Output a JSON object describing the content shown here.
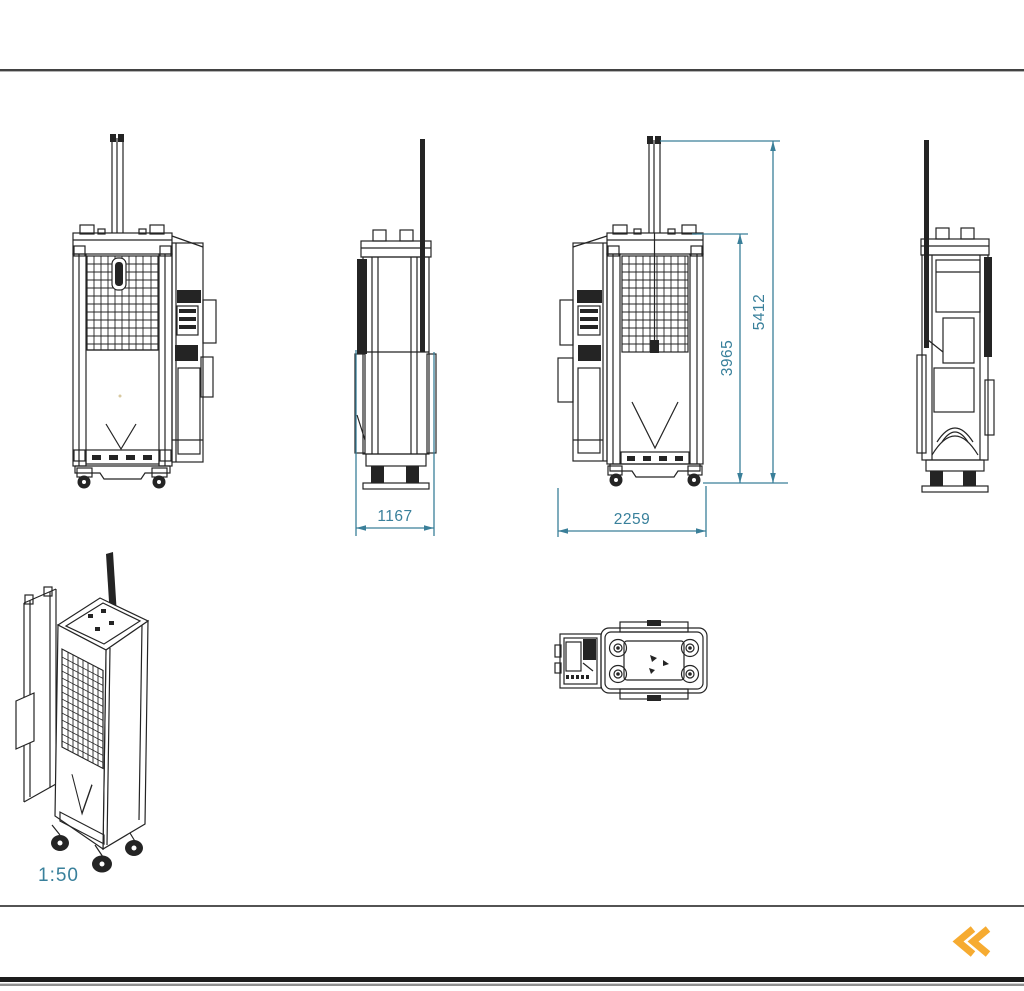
{
  "drawing": {
    "scale_label": "1:50",
    "dimensions": {
      "total_height_mm": "5412",
      "frame_height_mm": "3965",
      "overall_width_mm": "2259",
      "overall_depth_mm": "1167"
    },
    "colors": {
      "dimension_line": "#3a7f99",
      "drawing_line": "#242424",
      "chevron_accent": "#f6ab31"
    }
  },
  "footer": {
    "chevron_icon": "chevron-double-left"
  }
}
